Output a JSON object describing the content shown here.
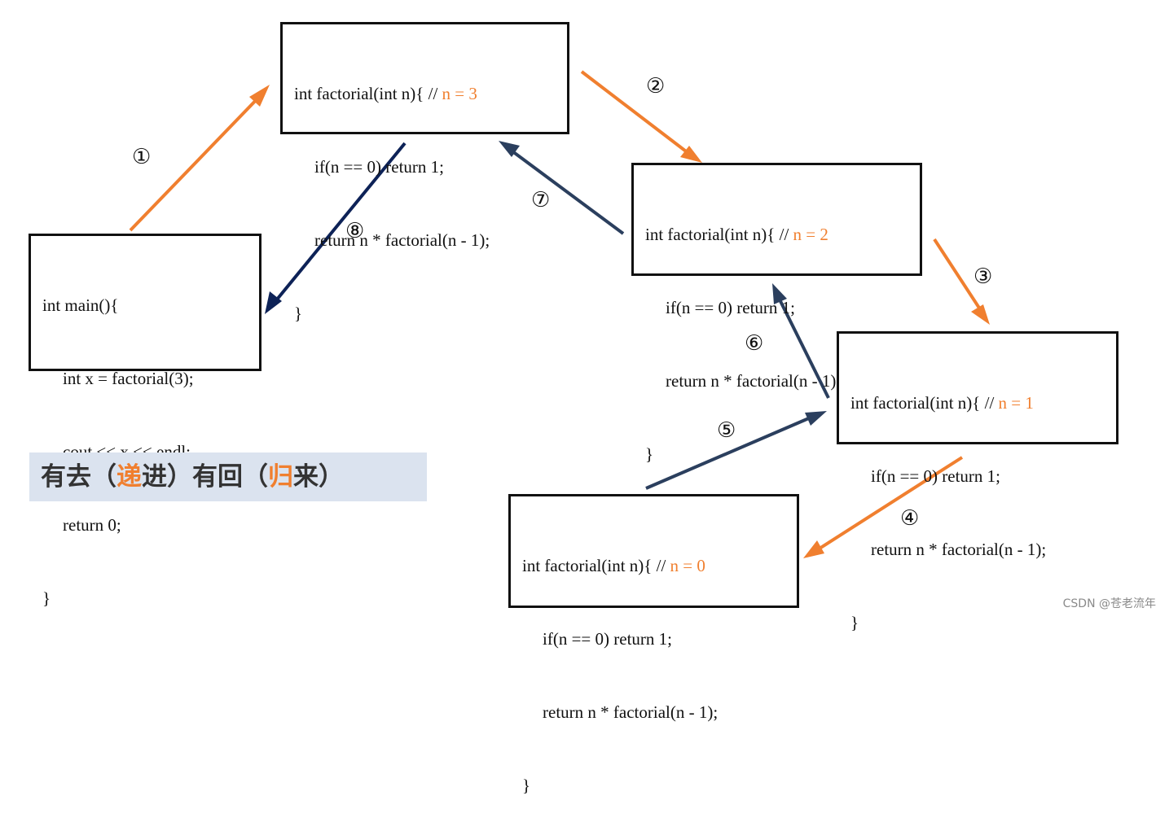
{
  "colors": {
    "orange_arrow": "#f07f2f",
    "navy_arrow": "#2b3f5e",
    "dark_navy_arrow": "#0d2257",
    "caption_bg": "#dbe3ef",
    "highlight": "#f07f2f"
  },
  "main_box": {
    "line1": "int main(){",
    "line2": "int x = factorial(3);",
    "line3": "cout << x << endl;",
    "line4": "return 0;",
    "line5": "}"
  },
  "frames": [
    {
      "header": "int factorial(int n){ // ",
      "nval": "n = 3",
      "line2": "if(n == 0) return 1;",
      "line3": "return n * factorial(n - 1);",
      "line4": "}"
    },
    {
      "header": "int factorial(int n){ // ",
      "nval": "n = 2",
      "line2": "if(n == 0) return 1;",
      "line3": "return n * factorial(n - 1);",
      "line4": "}"
    },
    {
      "header": "int factorial(int n){ // ",
      "nval": "n = 1",
      "line2": "if(n == 0) return 1;",
      "line3": "return n * factorial(n - 1);",
      "line4": "}"
    },
    {
      "header": "int factorial(int n){ // ",
      "nval": "n = 0",
      "line2": "if(n == 0) return 1;",
      "line3": "return n * factorial(n - 1);",
      "line4": "}"
    }
  ],
  "steps": [
    "①",
    "②",
    "③",
    "④",
    "⑤",
    "⑥",
    "⑦",
    "⑧"
  ],
  "caption": {
    "p1": "有去（",
    "hl1": "递",
    "p2": "进）有回（",
    "hl2": "归",
    "p3": "来）"
  },
  "watermark": "CSDN @苍老流年"
}
